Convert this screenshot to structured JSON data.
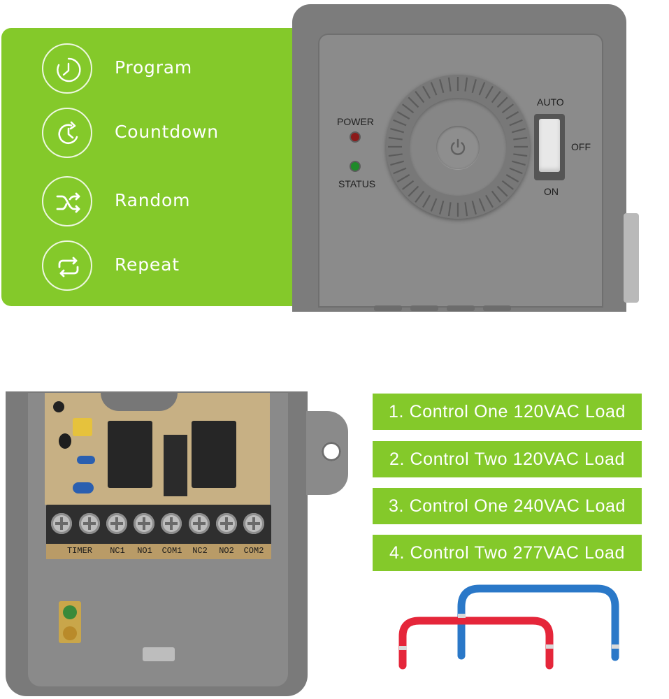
{
  "features": [
    {
      "icon": "clock-icon",
      "label": "Program"
    },
    {
      "icon": "countdown-icon",
      "label": "Countdown"
    },
    {
      "icon": "shuffle-icon",
      "label": "Random"
    },
    {
      "icon": "repeat-icon",
      "label": "Repeat"
    }
  ],
  "device": {
    "power_label": "POWER",
    "status_label": "STATUS",
    "switch_auto": "AUTO",
    "switch_off": "OFF",
    "switch_on": "ON"
  },
  "terminals": [
    "TIMER",
    "NC1",
    "NO1",
    "COM1",
    "NC2",
    "NO2",
    "COM2"
  ],
  "loads": [
    "1. Control One 120VAC Load",
    "2. Control Two 120VAC Load",
    "3. Control One 240VAC Load",
    "4. Control Two 277VAC Load"
  ],
  "colors": {
    "accent_green": "#84c92a",
    "device_gray": "#8a8a8a",
    "power_led": "#8b1a1a",
    "status_led": "#1f8a2a",
    "wire_red": "#e5263a",
    "wire_blue": "#2a78c8"
  }
}
